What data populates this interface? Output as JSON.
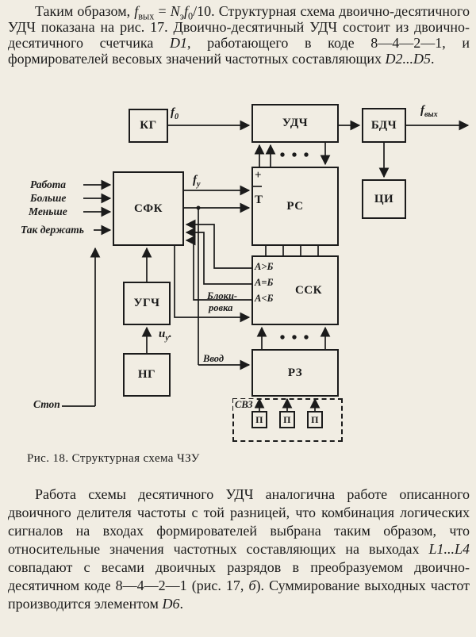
{
  "text": {
    "paragraph1": "Таким образом, <i>f</i><sub>вых</sub> = <i>N</i><sub>э</sub><i>f</i><sub>0</sub>/10. Структурная схема двоично-десятичного УДЧ показана на рис. 17. Двоично-десятичный УДЧ состоит из двоично-десятичного счетчика <i>D1</i>, работающего в коде 8—4—2—1, и формирователей весовых значений частотных составляющих <i>D2...D5</i>.",
    "caption": "Рис. 18. Структурная схема ЧЗУ",
    "paragraph2": "Работа схемы десятичного УДЧ аналогична работе описанного двоичного делителя частоты с той разницей, что комбинация логических сигналов на входах формирователей выбрана таким образом, что относительные значения частотных составляющих на выходах <i>L1...L4</i> совпадают с весами двоичных разрядов в преобразуемом двоично-десятичном коде 8—4—2—1 (рис. 17, <i>б</i>). Суммирование выходных частот производится элементом <i>D6</i>."
  },
  "diagram": {
    "blocks": {
      "kg": "КГ",
      "udch": "УДЧ",
      "bdch": "БДЧ",
      "tsi": "ЦИ",
      "sfk": "СФК",
      "rs": "РС",
      "ssk": "ССК",
      "ugch": "УГЧ",
      "ng": "НГ",
      "rz": "РЗ",
      "p1": "П",
      "p2": "П",
      "p3": "П"
    },
    "labels": {
      "f0": "<i>f</i><sub>0</sub>",
      "f_out": "<i>f</i><sub>вых</sub>",
      "f_u": "<i>f</i><sub>у</sub>",
      "u_u": "<i>u</i><sub>у</sub>.",
      "plus": "+",
      "t": "Т",
      "a_gt_b": "А>Б",
      "a_eq_b": "А=Б",
      "a_lt_b": "А<Б",
      "rabota": "Работа",
      "bolshe": "Больше",
      "menshe": "Меньше",
      "tak_derzhat": "Так держать",
      "stop": "Стоп",
      "blok_line1": "Блоки-",
      "blok_line2": "ровка",
      "vvod": "Ввод",
      "svz": "СВЗ"
    }
  }
}
